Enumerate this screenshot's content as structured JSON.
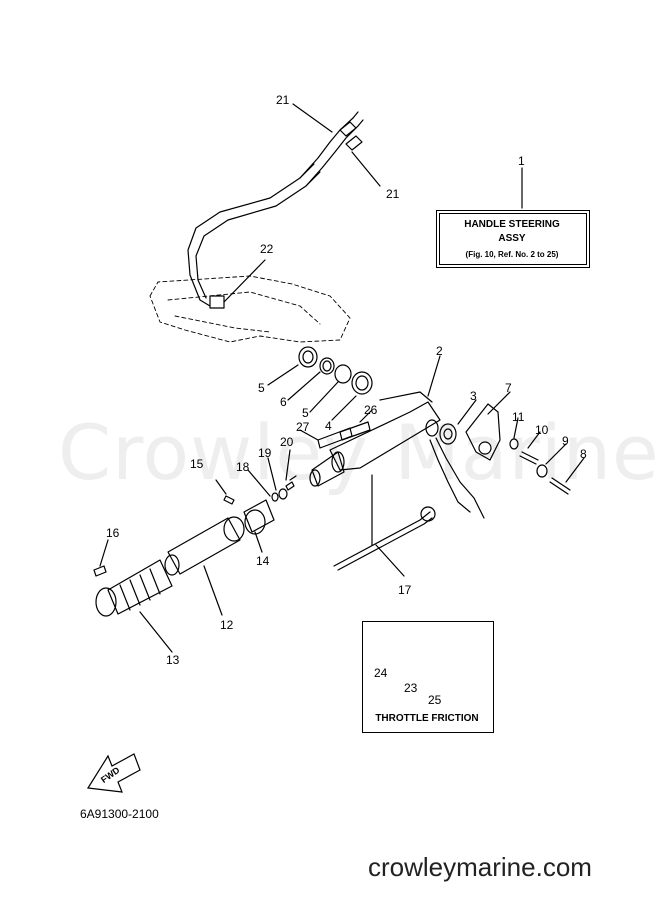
{
  "watermark": "Crowley Marine",
  "title_box": {
    "line1": "HANDLE STEERING",
    "line2": "ASSY",
    "line3": "(Fig. 10, Ref. No. 2 to 25)"
  },
  "inset_box": {
    "caption": "THROTTLE FRICTION"
  },
  "callouts": [
    "21",
    "21",
    "1",
    "22",
    "2",
    "3",
    "7",
    "5",
    "6",
    "5",
    "26",
    "4",
    "27",
    "11",
    "10",
    "9",
    "8",
    "20",
    "19",
    "15",
    "18",
    "14",
    "16",
    "12",
    "17",
    "13",
    "24",
    "23",
    "25"
  ],
  "fwd_label": "FWD",
  "drawing_code": "6A91300-2100",
  "site": "crowleymarine.com"
}
